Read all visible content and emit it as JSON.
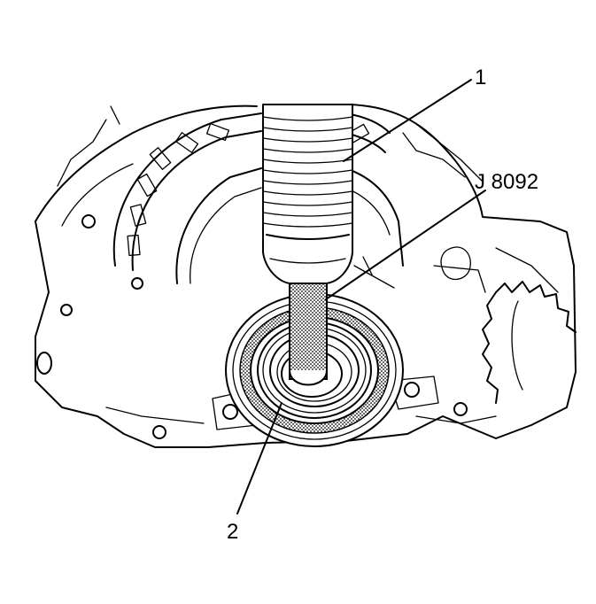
{
  "callouts": {
    "one": "1",
    "tool": "J 8092",
    "two": "2"
  },
  "colors": {
    "ink": "#000000",
    "paper": "#ffffff"
  }
}
